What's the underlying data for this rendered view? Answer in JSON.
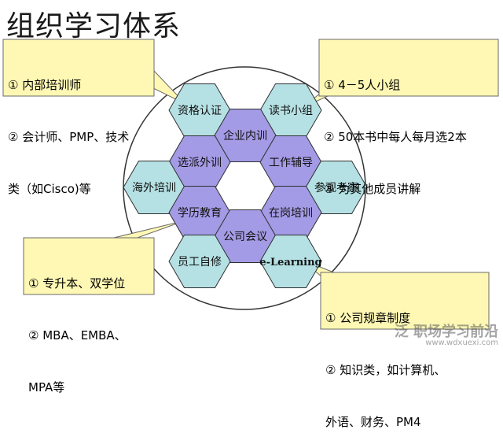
{
  "title": "组织学习体系",
  "colors": {
    "outer_hex": "#b5e1e4",
    "inner_hex": "#a39be5",
    "hex_stroke": "#2f2f2f",
    "callout_fill": "#fff8b4",
    "callout_stroke": "#6a6a6a",
    "circle_stroke": "#333333"
  },
  "hexes": {
    "zige": "资格认证",
    "dushu": "读书小组",
    "qiye": "企业内训",
    "xuanpai": "选派外训",
    "gongzuo": "工作辅导",
    "haiwai": "海外培训",
    "canguan": "参观考察",
    "xueli": "学历教育",
    "zaigang": "在岗培训",
    "gongsi": "公司会议",
    "yuangong": "员工自修",
    "elearning": "e-Learning"
  },
  "callouts": {
    "top_left": [
      "① 内部培训师",
      "② 会计师、PMP、技术",
      "类（如Cisco)等"
    ],
    "top_right": [
      "① 4－5人小组",
      "② 50本书中每人每月选2本",
      "③ 为其他成员讲解"
    ],
    "bottom_left": [
      "① 专升本、双学位",
      "② MBA、EMBA、",
      "MPA等"
    ],
    "bottom_right": [
      "① 公司规章制度",
      "② 知识类，如计算机、",
      "外语、财务、PM4"
    ]
  },
  "watermark": {
    "main": "泛 职场学习前沿",
    "sub": "www.wdxuexi.com"
  }
}
